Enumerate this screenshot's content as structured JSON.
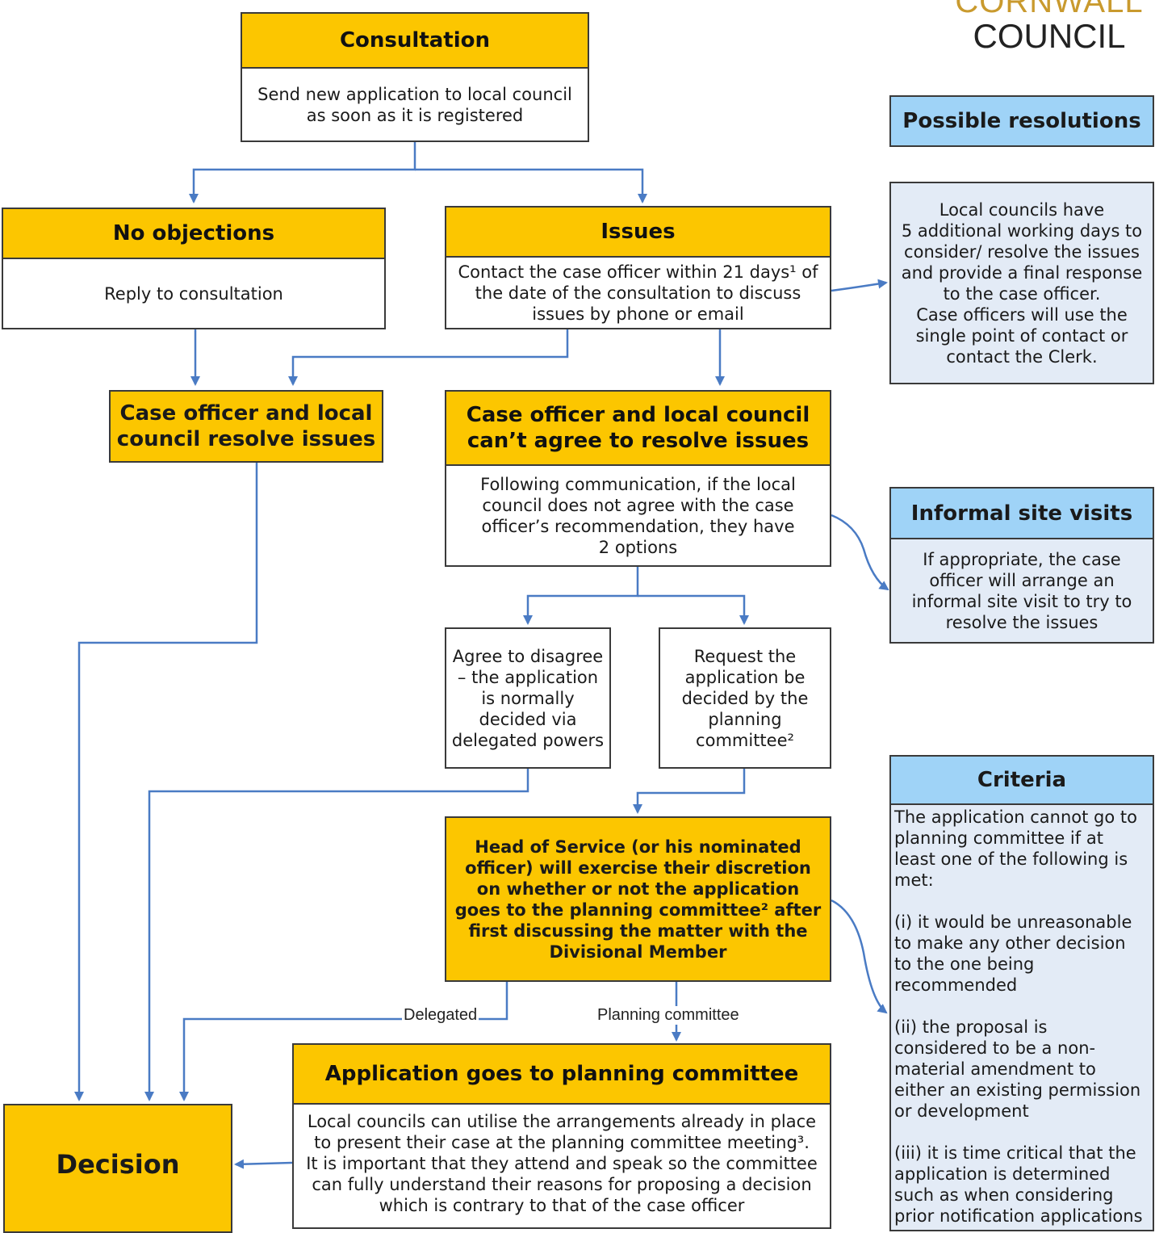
{
  "logo": {
    "line1": "CORNWALL",
    "line2": "COUNCIL"
  },
  "consultation": {
    "title": "Consultation",
    "body": "Send new application to local council\nas soon as it is registered"
  },
  "no_objections": {
    "title": "No objections",
    "body": "Reply to consultation"
  },
  "issues": {
    "title": "Issues",
    "body": "Contact the case officer within 21 days¹ of\nthe date of the consultation to discuss\nissues by phone or email"
  },
  "resolve": {
    "title": "Case officer and local\ncouncil resolve issues"
  },
  "cant_agree": {
    "title": "Case officer and local council\ncan’t agree to resolve issues",
    "body": "Following communication, if the local\ncouncil does not agree with the case\nofficer’s recommendation, they have\n2 options"
  },
  "agree_disagree": {
    "body": "Agree to disagree\n– the application\nis normally\ndecided via\ndelegated powers"
  },
  "request": {
    "body": "Request the\napplication be\ndecided by the\nplanning\ncommittee²"
  },
  "head_of_service": {
    "body": "Head of Service (or his nominated\nofficer) will exercise their discretion\non whether or not the application\ngoes to the planning committee² after\nfirst discussing the matter with the\nDivisional Member"
  },
  "labels": {
    "delegated": "Delegated",
    "planning_committee": "Planning committee"
  },
  "app_committee": {
    "title": "Application goes to planning committee",
    "body": "Local councils can utilise the arrangements already in place\nto present their case at the planning committee meeting³.\nIt is important that they attend and speak so the committee\ncan fully understand their reasons for proposing a decision\nwhich is contrary to that of the case officer"
  },
  "decision": {
    "title": "Decision"
  },
  "possible_resolutions": {
    "title": "Possible resolutions"
  },
  "local_councils_note": {
    "body": "Local councils have\n5 additional working days to\nconsider/ resolve the issues\nand provide a final response\nto the case officer.\nCase officers will use the\nsingle point of contact or\ncontact the Clerk."
  },
  "informal_visits": {
    "title": "Informal site visits",
    "body": "If appropriate, the case\nofficer will arrange an\ninformal site visit to try to\nresolve the issues"
  },
  "criteria": {
    "title": "Criteria",
    "body": "The application cannot go to\nplanning committee if at\nleast one of the following is\nmet:\n\n(i) it would be unreasonable\nto make any other decision\nto the one being\nrecommended\n\n(ii) the proposal is\nconsidered to be a non-\nmaterial amendment to\neither an existing permission\nor development\n\n(iii) it is time critical that the\napplication is determined\nsuch as when considering\nprior notification applications"
  },
  "colors": {
    "yellow": "#fcc600",
    "light_blue": "#9fd3f7",
    "pale_blue": "#e3ebf6",
    "connector": "#4a7bc4"
  }
}
